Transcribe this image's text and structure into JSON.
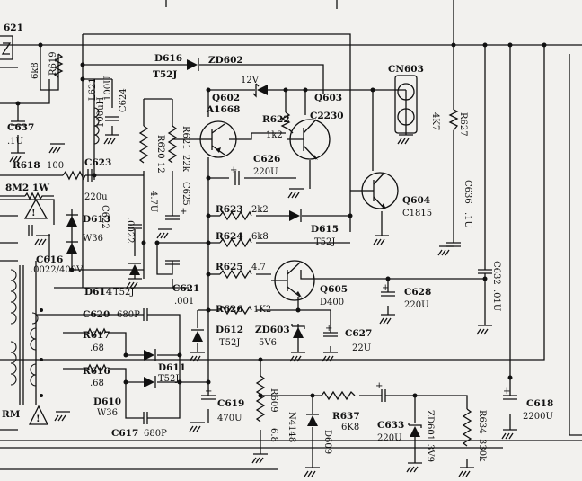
{
  "labels": {
    "c621_top": "621",
    "r619": "R619",
    "r619_val": "6k8",
    "c624_val1": "100U",
    "c624_val2": "L621",
    "c624_val3": "100uH",
    "c624": "C624",
    "d616": "D616",
    "d616_type": "T52J",
    "zd602": "ZD602",
    "zd602_val": "12V",
    "cn603": "CN603",
    "q602": "Q602",
    "q602_type": "A1668",
    "q603": "Q603",
    "q603_type": "C2230",
    "r622": "R622",
    "r622_val": "1k2",
    "r620": "R620",
    "r620_val": "12",
    "r621": "R621",
    "r621_val": "22k",
    "r627": "R627",
    "r627_val": "4K7",
    "c637": "C637",
    "c637_val": ".1U",
    "r618": "R618",
    "r618_val": "100",
    "c623": "C623",
    "c623_val": "220u",
    "c626": "C626",
    "c626_val": "220U",
    "c625": "C625",
    "c625_val": "4.7U",
    "c636": "C636",
    "c636_val": ".1U",
    "r8m2": "8M2 1W",
    "q604": "Q604",
    "q604_type": "C1815",
    "r623": "R623",
    "r623_val": "2k2",
    "d615": "D615",
    "d615_type": "T52J",
    "d613": "D613",
    "d613_type": "W36",
    "c622": "C622",
    "c622_val": ".0022",
    "r624": "R624",
    "r624_val": "6k8",
    "c616": "C616",
    "c616_val": ".0022/400V",
    "c632": "C632",
    "c632_val": ".01U",
    "r625": "R625",
    "r625_val": "4.7",
    "q605": "Q605",
    "q605_type": "D400",
    "d614": "D614",
    "d614_type": "T52J",
    "c621": "C621",
    "c621_val": ".001",
    "c628": "C628",
    "c628_val": "220U",
    "c620": "C620",
    "c620_val": "680P",
    "r626": "R626",
    "r626_val": "1K2",
    "r617": "R617",
    "r617_val": ".68",
    "d612": "D612",
    "d612_type": "T52J",
    "zd603": "ZD603",
    "zd603_val": "5V6",
    "c627": "C627",
    "c627_val": "22U",
    "d611": "D611",
    "d611_type": "T52J",
    "r616": "R616",
    "r616_val": ".68",
    "d610": "D610",
    "d610_type": "W36",
    "c619": "C619",
    "c619_val": "470U",
    "r609": "R609",
    "r609_val": "6.8",
    "d609": "D609",
    "d609_type": "N4148",
    "r637": "R637",
    "r637_val": "6K8",
    "c633": "C633",
    "c633_val": "220U",
    "zd601": "ZD601",
    "zd601_val": "3V9",
    "r634": "R634",
    "r634_val": "330k",
    "c618": "C618",
    "c618_val": "2200U",
    "c617": "C617",
    "c617_val": "680P",
    "rm": "RM"
  }
}
